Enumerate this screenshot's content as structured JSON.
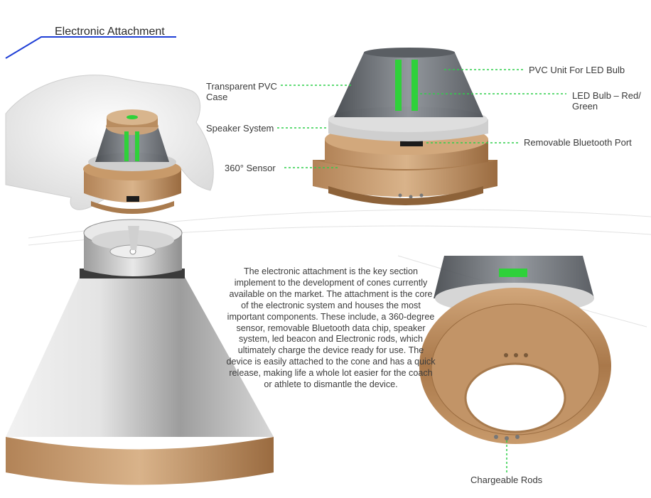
{
  "title": "Electronic Attachment",
  "callouts": {
    "transparent_case": "Transparent PVC\nCase",
    "speaker_system": "Speaker System",
    "sensor": "360° Sensor",
    "pvc_unit": "PVC Unit For LED Bulb",
    "led_bulb": "LED Bulb – Red/\nGreen",
    "bluetooth_port": "Removable Bluetooth Port",
    "chargeable_rods": "Chargeable Rods"
  },
  "description": "The electronic attachment is the key section implement to the development of cones currently available on the market. The attachment is the core of the electronic system and houses the most important components. These include, a 360-degree sensor, removable Bluetooth data chip, speaker system, led beacon and Electronic rods, which ultimately charge the device ready for use. The device is easily attached to the cone and has a quick release, making life a whole lot easier for the coach or athlete to dismantle the device.",
  "colors": {
    "bronze": "#b8895a",
    "led_green": "#2fd13a",
    "callout_line": "#2fcf4a",
    "title_underline": "#1f3fd6"
  }
}
